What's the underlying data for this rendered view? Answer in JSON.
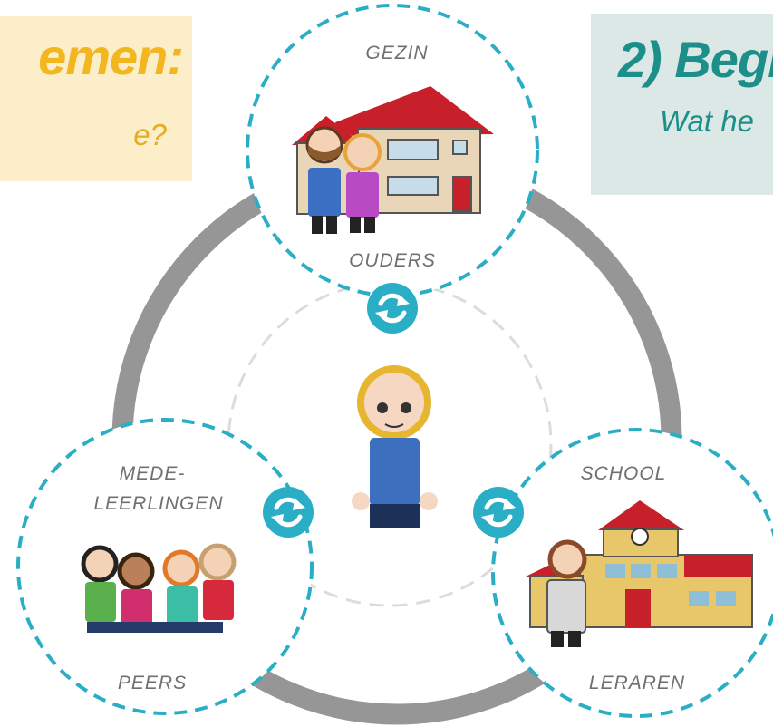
{
  "boxes": {
    "left": {
      "title": "emen:",
      "subtitle": "e?"
    },
    "right": {
      "title": "2) Begr",
      "subtitle": "Wat he"
    }
  },
  "circles": {
    "family": {
      "top_label": "GEZIN",
      "bottom_label": "OUDERS"
    },
    "peers": {
      "top_label_1": "MEDE-",
      "top_label_2": "LEERLINGEN",
      "bottom_label": "PEERS"
    },
    "school": {
      "top_label": "SCHOOL",
      "bottom_label": "LERAREN"
    }
  },
  "icons": {
    "cycle": "refresh-cycle-icon"
  },
  "colors": {
    "teal": "#2aaec6",
    "ring_gray": "#969696",
    "dashed_inner": "#dcdcdc",
    "left_box": "#fbeec9",
    "right_box": "#dce8e6",
    "yellow_text": "#f2b61f",
    "teal_text": "#1d8f8a"
  }
}
